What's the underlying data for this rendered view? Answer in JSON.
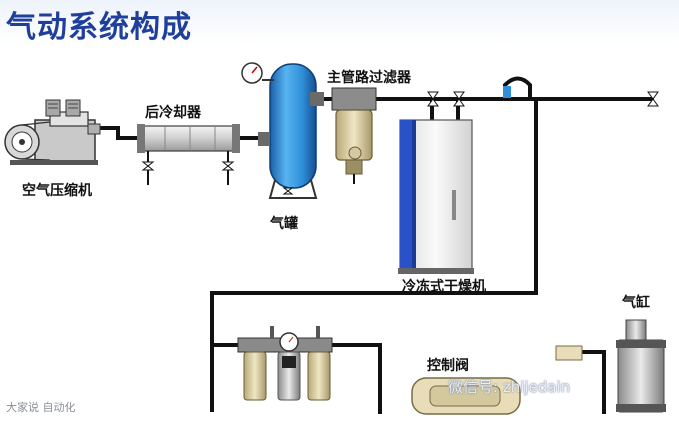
{
  "title": "气动系统构成",
  "labels": {
    "after_cooler": "后冷却器",
    "main_filter": "主管路过滤器",
    "air_compressor": "空气压缩机",
    "air_tank": "气罐",
    "refrigerated_dryer": "冷冻式干燥机",
    "air_cylinder": "气缸",
    "control_valve": "控制阀"
  },
  "watermark": {
    "wechat": "微信号: zhijedain",
    "left": "大家说 自动化"
  },
  "colors": {
    "title": "#1f3f9c",
    "tank": "#2f8fd8",
    "pipe": "#111111",
    "dryer_panel": "#2a52c8"
  }
}
